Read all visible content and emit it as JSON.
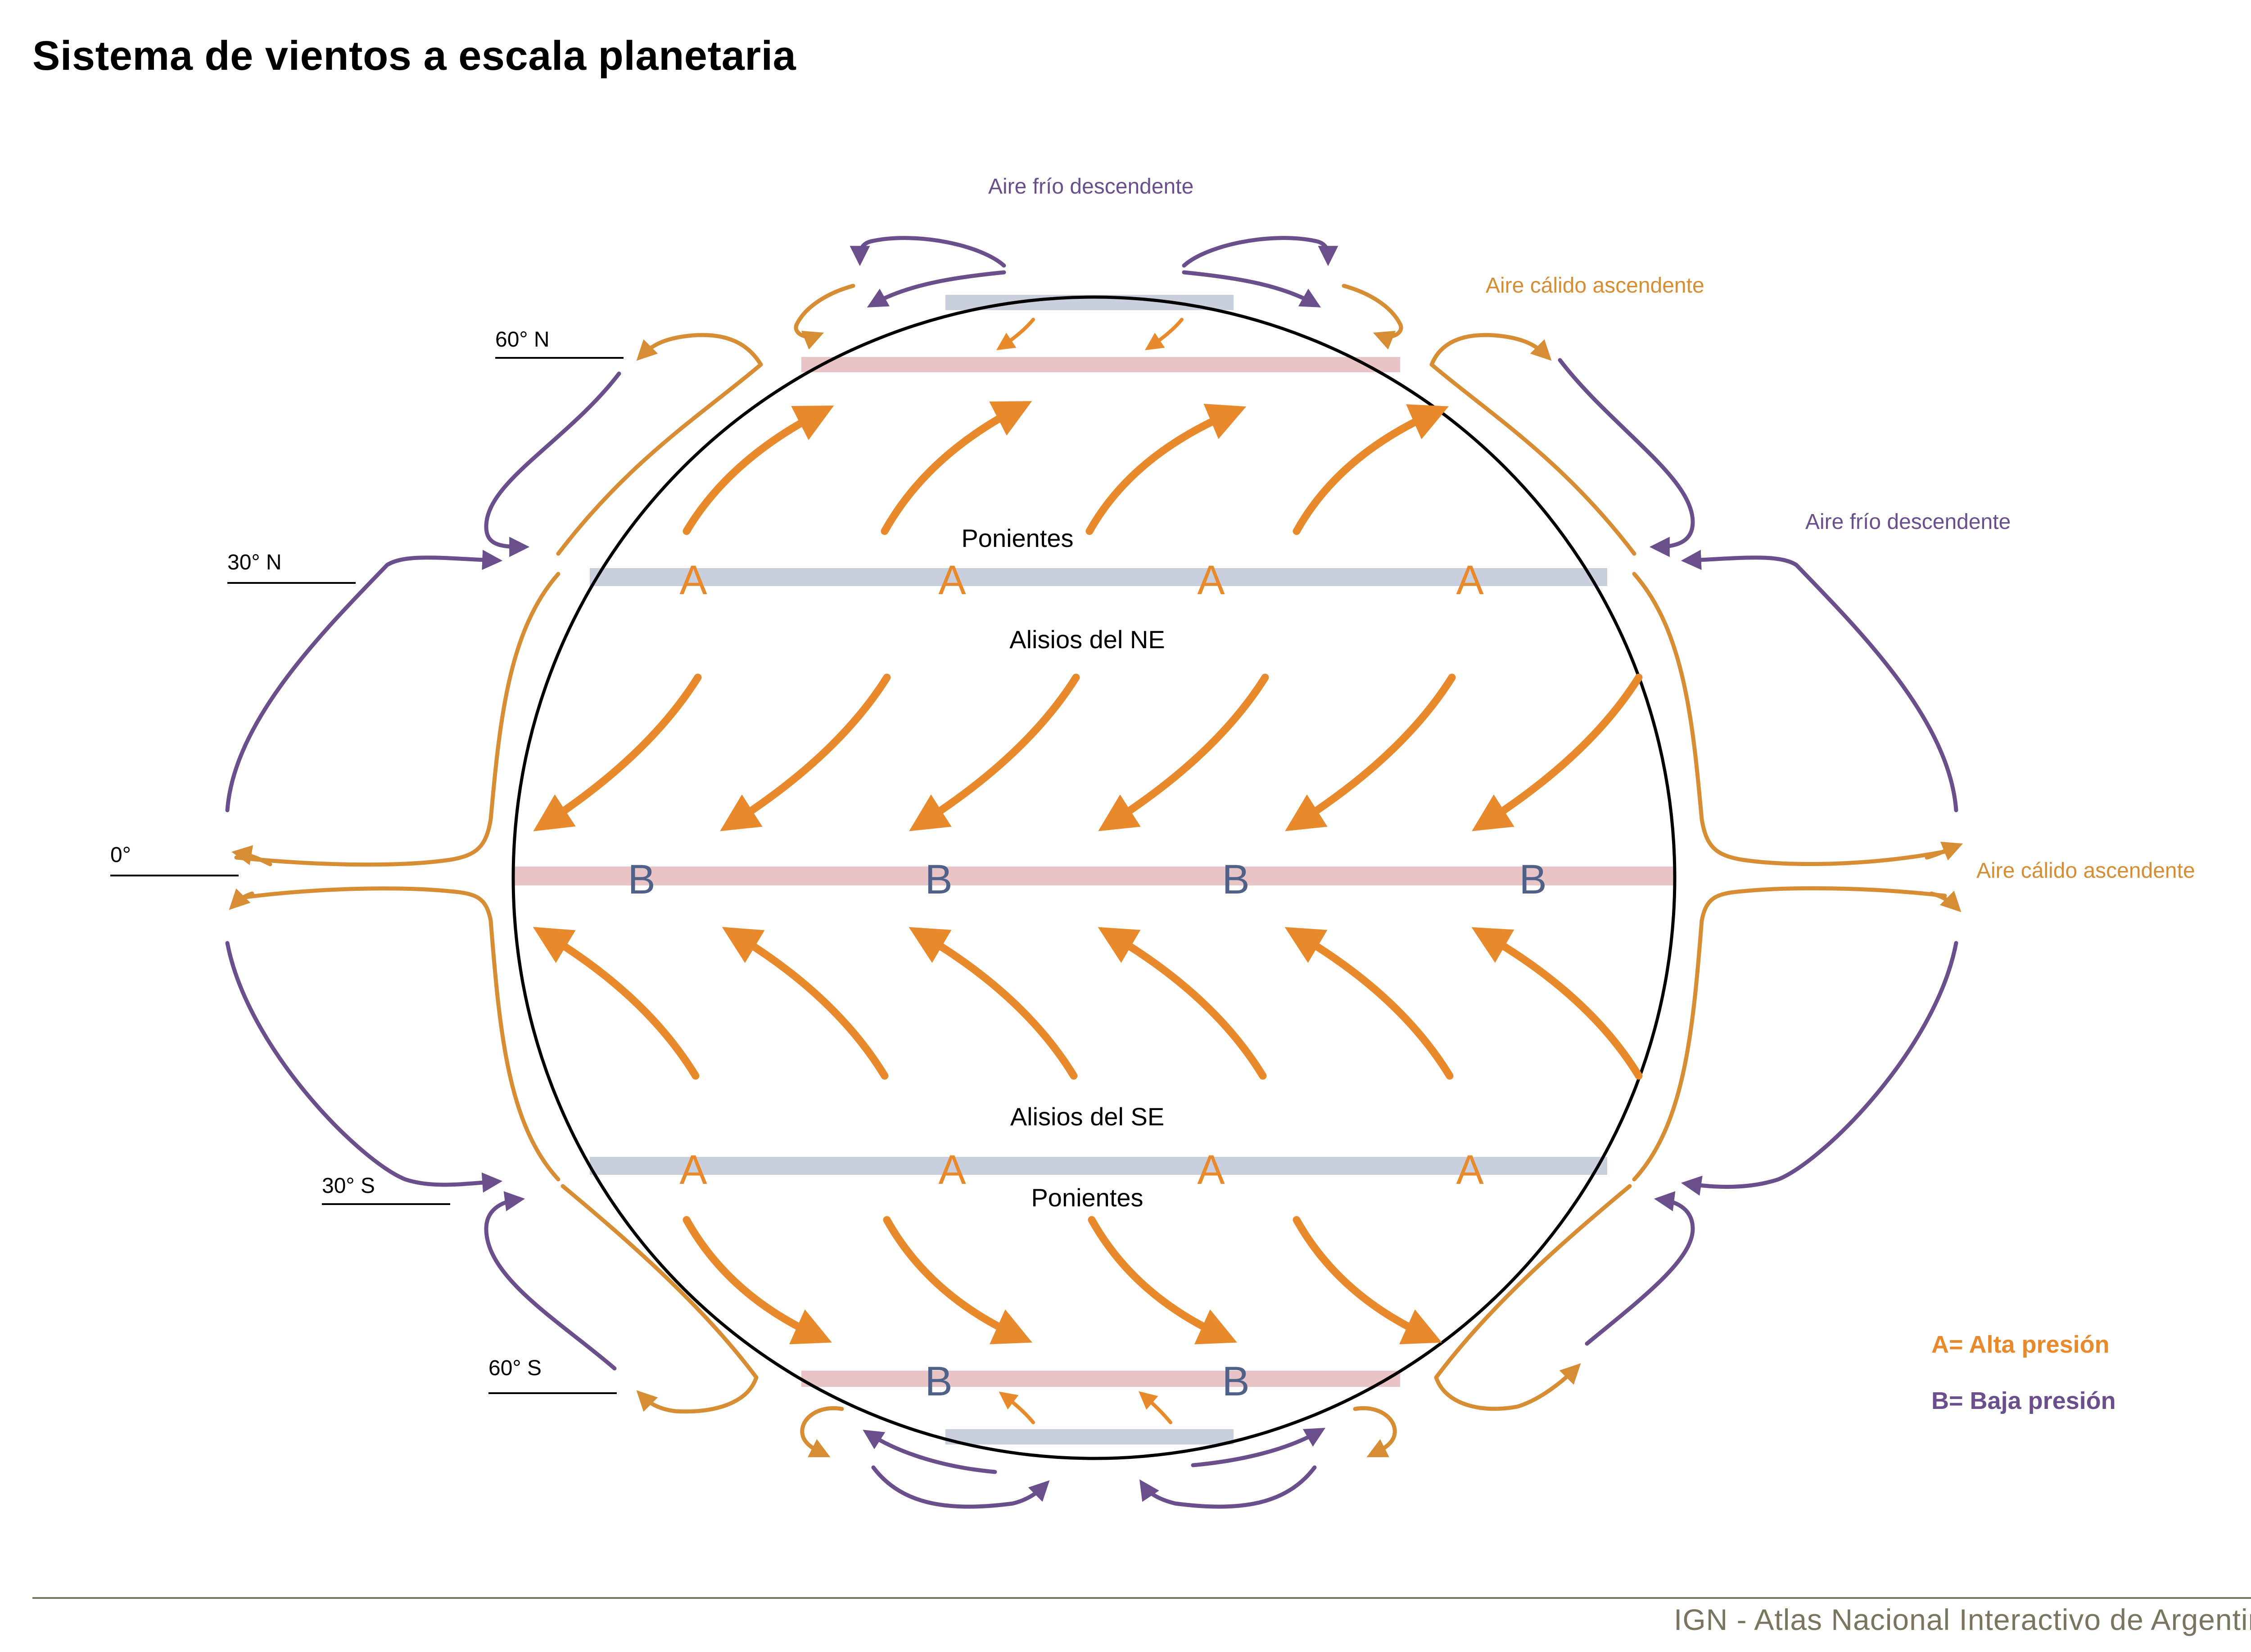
{
  "title": "Sistema de vientos a escala planetaria",
  "colors": {
    "orange": "#e8892b",
    "orange_dark": "#d68d33",
    "purple": "#6b4f8c",
    "high_band": "#c9cfdc",
    "low_band": "#e8c4c6",
    "B_letter": "#4f6188",
    "footer": "#7a7560",
    "circle": "#000000"
  },
  "latitudes": {
    "n60": "60° N",
    "n30": "30° N",
    "eq": "0°",
    "s30": "30° S",
    "s60": "60° S"
  },
  "zones": {
    "westerlies_north": "Ponientes",
    "trades_ne": "Alisios del NE",
    "trades_se": "Alisios del SE",
    "westerlies_south": "Ponientes"
  },
  "cells": {
    "cold_descending_top": "Aire frío descendente",
    "warm_ascending_top": "Aire cálido ascendente",
    "cold_descending_right": "Aire frío descendente",
    "warm_ascending_right": "Aire cálido ascendente"
  },
  "pressure_marks": {
    "high": "A",
    "low": "B"
  },
  "legend": {
    "high": "A= Alta presión",
    "low": "B= Baja presión"
  },
  "footer": "IGN - Atlas Nacional Interactivo de Argentina"
}
